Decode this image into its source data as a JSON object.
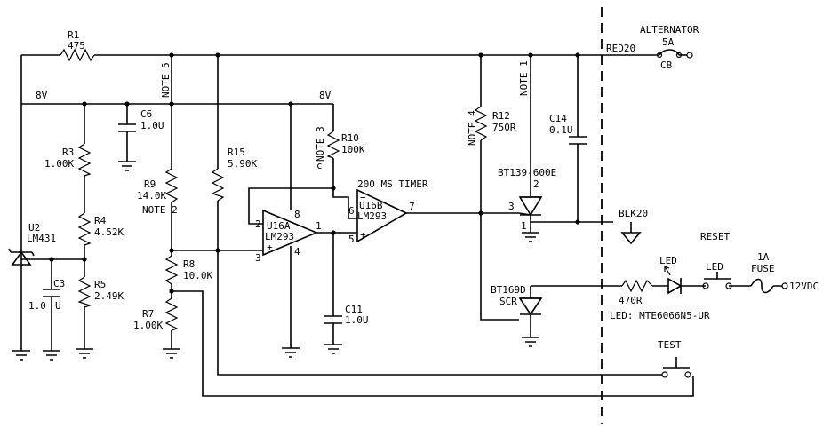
{
  "labels": {
    "r1_name": "R1",
    "r1_value": "475",
    "supply_8v_left": "8V",
    "supply_8v_mid": "8V",
    "note5": "NOTE 5",
    "note3": "NOTE 3",
    "note4": "NOTE 4",
    "note1": "NOTE 1",
    "note2": "NOTE 2",
    "c_mark": "c",
    "c6_name": "C6",
    "c6_value": "1.0U",
    "r3_name": "R3",
    "r3_value": "1.00K",
    "r4_name": "R4",
    "r4_value": "4.52K",
    "r5_name": "R5",
    "r5_value": "2.49K",
    "u2_name": "U2",
    "u2_part": "LM431",
    "c3_name": "C3",
    "c3_value_a": "1.0",
    "c3_value_b": "U",
    "r9_name": "R9",
    "r9_value": "14.0K",
    "r15_name": "R15",
    "r15_value": "5.90K",
    "r8_name": "R8",
    "r8_value": "10.0K",
    "r7_name": "R7",
    "r7_value": "1.00K",
    "r10_name": "R10",
    "r10_value": "100K",
    "u16a_name": "U16A",
    "u16a_part": "LM293",
    "u16b_name": "U16B",
    "u16b_part": "LM293",
    "timer": "200 MS TIMER",
    "c11_name": "C11",
    "c11_value": "1.0U",
    "r12_name": "R12",
    "r12_value": "750R",
    "c14_name": "C14",
    "c14_value": "0.1U",
    "bt139": "BT139-600E",
    "bt169_name": "BT169D",
    "bt169_type": "SCR",
    "alternator": "ALTERNATOR",
    "cb_rating": "5A",
    "cb_name": "CB",
    "red20": "RED20",
    "blk20": "BLK20",
    "reset": "RESET",
    "led_top": "LED",
    "led_switch": "LED",
    "fuse_rating": "1A",
    "fuse_name": "FUSE",
    "supply_12v": "12VDC",
    "r470_value": "470R",
    "led_part": "LED: MTE6066N5-UR",
    "test": "TEST",
    "pin_u16a_minus": "2",
    "pin_u16a_plus": "3",
    "pin_u16a_8": "8",
    "pin_u16a_4": "4",
    "pin_u16a_out": "1",
    "pin_u16b_minus": "6",
    "pin_u16b_plus": "5",
    "pin_u16b_out": "7",
    "pin_triac_gate": "3",
    "pin_triac_top": "2",
    "pin_triac_bottom": "1",
    "sym_minus_a": "−",
    "sym_plus_a": "+",
    "sym_minus_b": "−",
    "sym_plus_b": "+",
    "out_node": "1"
  }
}
